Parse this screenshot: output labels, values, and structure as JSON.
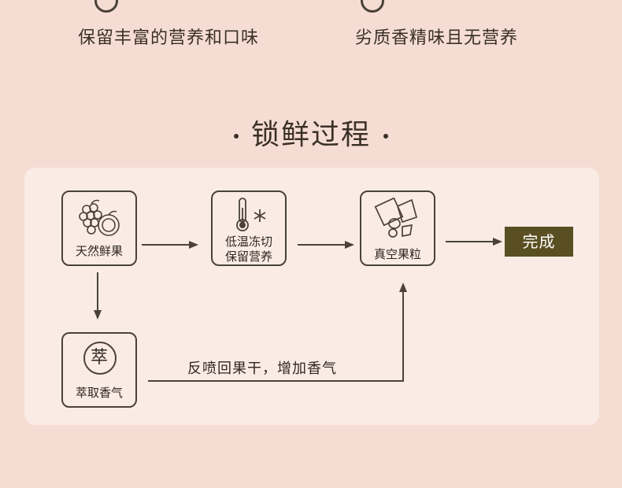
{
  "top": {
    "left_text": "保留丰富的营养和口味",
    "right_text": "劣质香精味且无营养"
  },
  "section_title": "锁鲜过程",
  "nodes": {
    "fresh_fruit": "天然鲜果",
    "freeze_line1": "低温冻切",
    "freeze_line2": "保留营养",
    "vacuum": "真空果粒",
    "extract_badge": "萃",
    "extract": "萃取香气"
  },
  "done_label": "完成",
  "path_label": "反喷回果干，增加香气",
  "colors": {
    "background": "#f6ddd3",
    "panel": "#faece5",
    "line": "#4a4238",
    "done_bg": "#5a4f22"
  }
}
